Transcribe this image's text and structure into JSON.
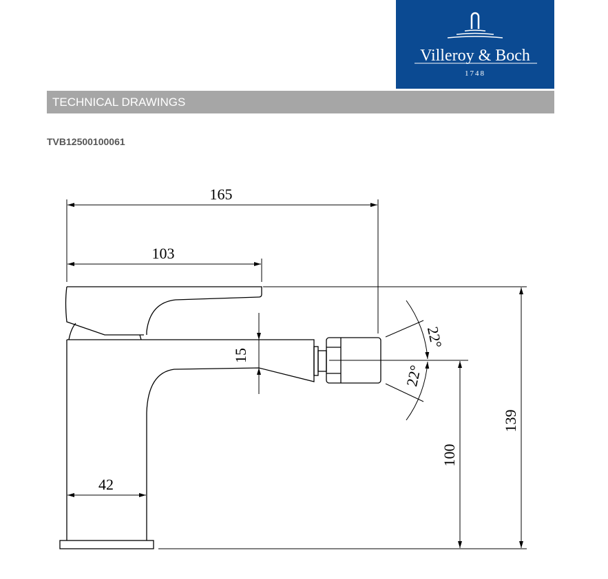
{
  "header": {
    "brand_name": "Villeroy & Boch",
    "brand_year": "1748",
    "section_title": "TECHNICAL DRAWINGS",
    "product_code": "TVB12500100061"
  },
  "drawing": {
    "dimensions": {
      "total_length": "165",
      "lever_length": "103",
      "spout_height": "15",
      "angle_up": "22°",
      "angle_down": "22°",
      "outlet_height": "100",
      "total_height": "139",
      "body_width": "42"
    }
  },
  "colors": {
    "brand_blue": "#0b4a92",
    "header_gray": "#a6a6a6"
  }
}
